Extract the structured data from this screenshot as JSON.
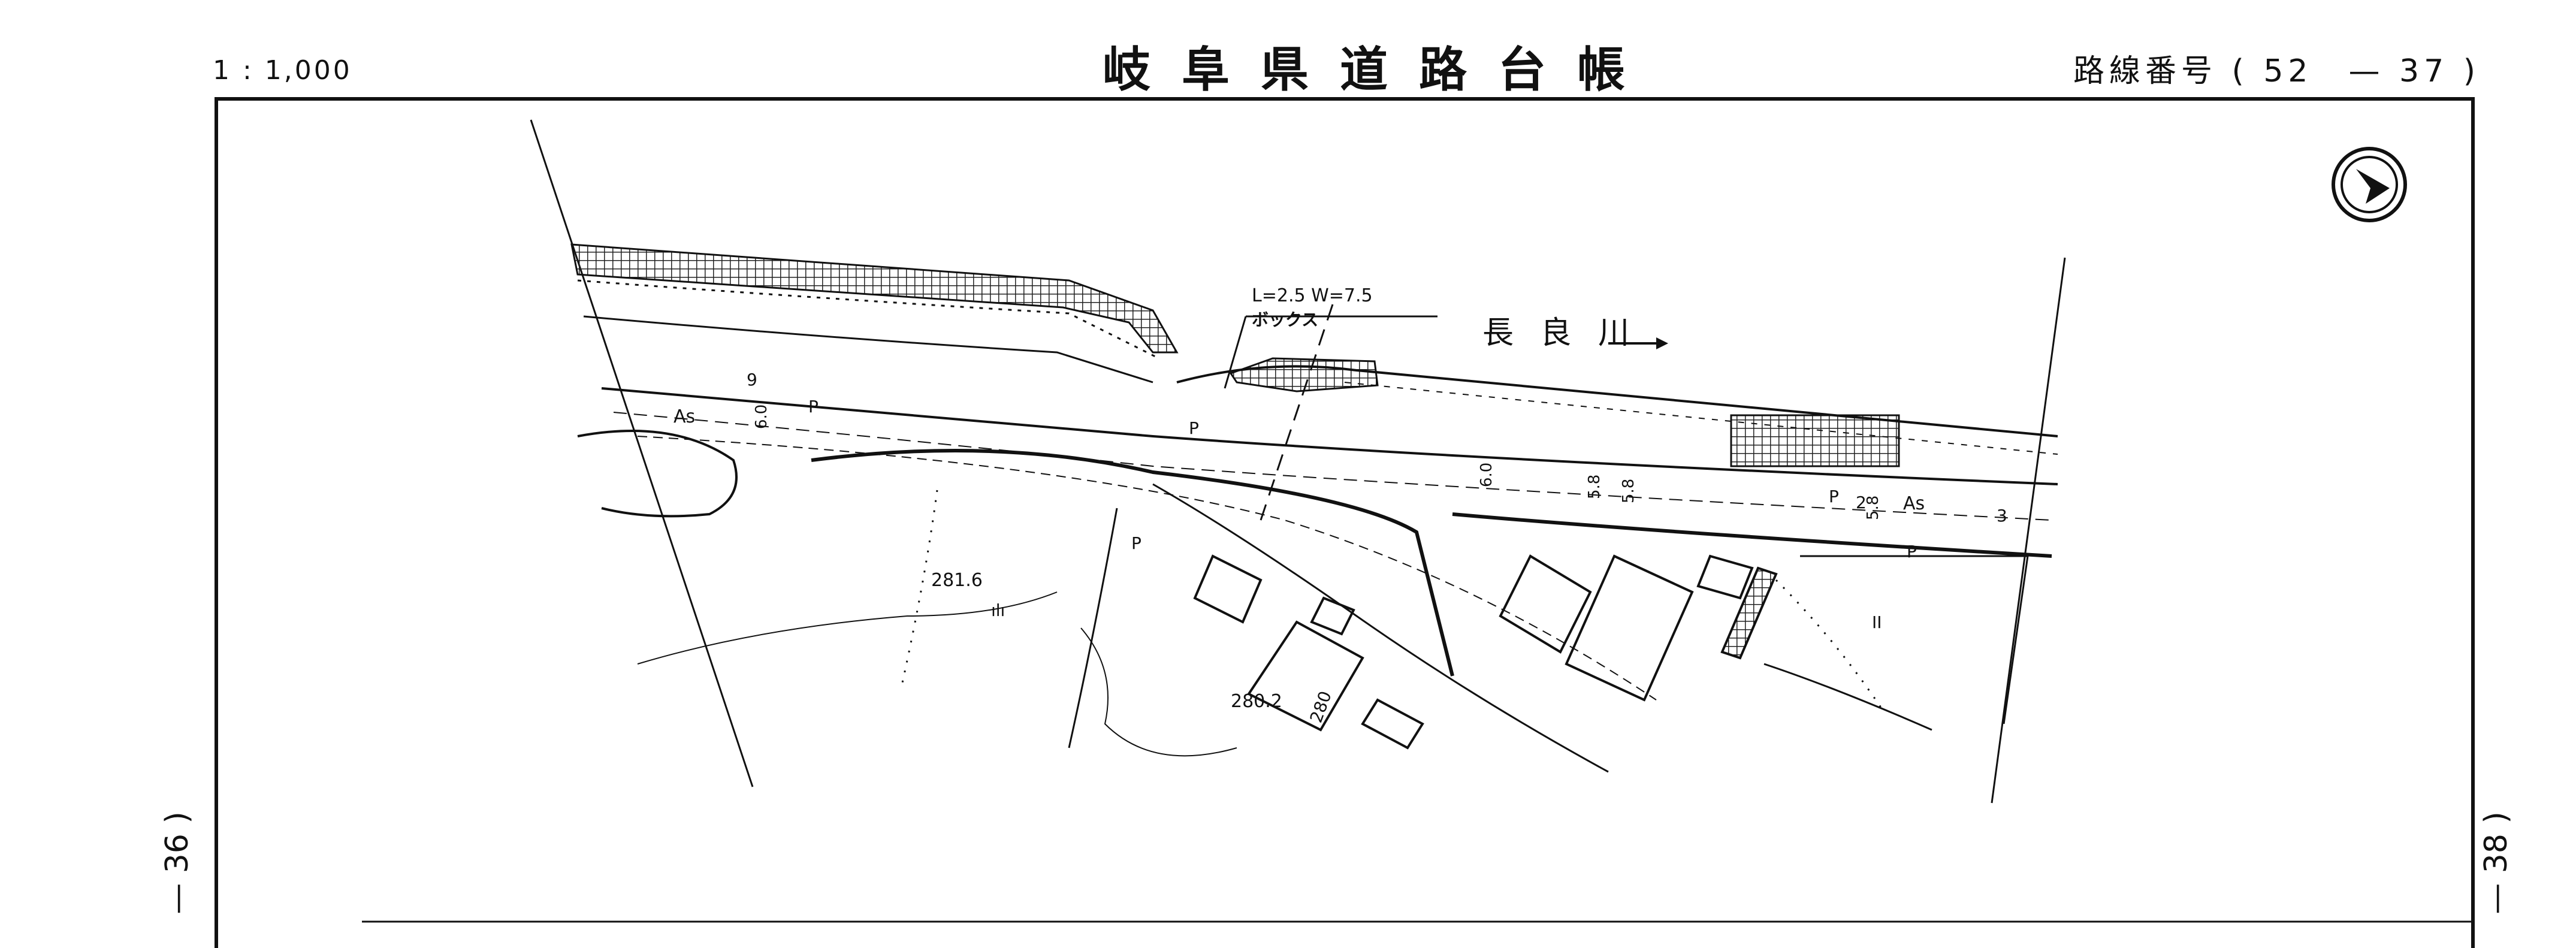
{
  "header": {
    "scale": "1 : 1,000",
    "title": "岐阜県道路台帳",
    "route_label": "路線番号",
    "route_number": "( 52　— 37 )"
  },
  "side": {
    "prev_page": "— 36 )",
    "next_page": "— 38 )"
  },
  "map": {
    "river_name": "長 良 川",
    "box_culvert_dims": "L=2.5  W=7.5",
    "box_culvert_type": "ボックス",
    "elevation_1": "281.6",
    "elevation_2": "280.2",
    "contour_label": "280",
    "pavement_left": "As",
    "pavement_right": "As",
    "marker_9": "9",
    "marker_2": "2",
    "marker_3": "3",
    "marker_p_1": "P",
    "marker_p_2": "P",
    "marker_p_3": "P",
    "marker_p_4": "P",
    "marker_p_5": "P",
    "width_1": "6.0",
    "width_2": "6.0",
    "width_3": "5.8",
    "width_4": "5.8",
    "width_5": "5.8",
    "orchard_symbol": "ılı",
    "farm_symbol": "II",
    "compass": "north-arrow",
    "colors": {
      "ink": "#111111",
      "hatch": "#222222"
    }
  }
}
